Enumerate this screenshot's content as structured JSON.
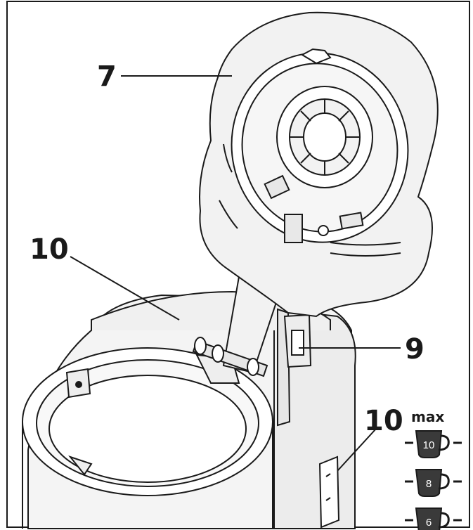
{
  "callouts": {
    "lid": "7",
    "reservoir": "10",
    "holder": "9",
    "water_scale": "10"
  },
  "water_gauge": {
    "max_label": "max",
    "cups": [
      "10",
      "8",
      "6"
    ]
  },
  "colors": {
    "line": "#1a1a1a",
    "fill_light": "#f4f4f4",
    "fill_mid": "#e6e6e6",
    "cup_dark": "#3a3a3a"
  }
}
